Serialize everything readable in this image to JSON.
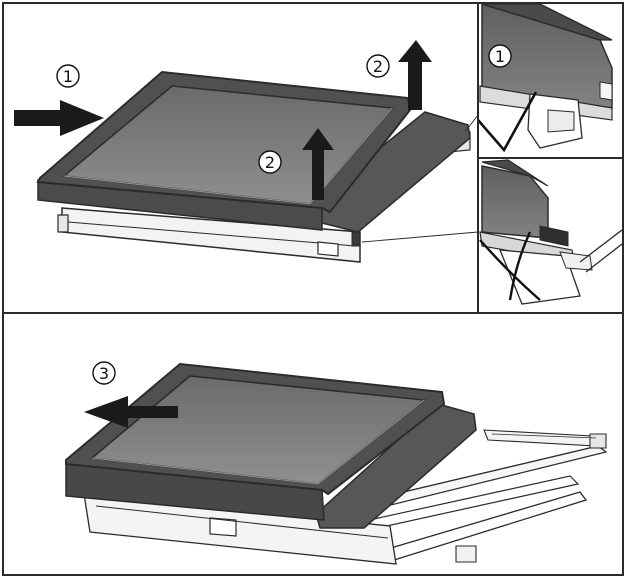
{
  "steps": {
    "step1": "1",
    "step2a": "2",
    "step2b": "2",
    "step3": "3",
    "inset_step1": "1"
  },
  "colors": {
    "frame": "#2b2b2b",
    "shelf_dark": "#5e5e5e",
    "shelf_edge": "#3a3a3a",
    "glass_top": "#6e6e6e",
    "glass_bottom": "#8e8e8e",
    "rail_light": "#f2f2f2",
    "background": "#ffffff"
  }
}
